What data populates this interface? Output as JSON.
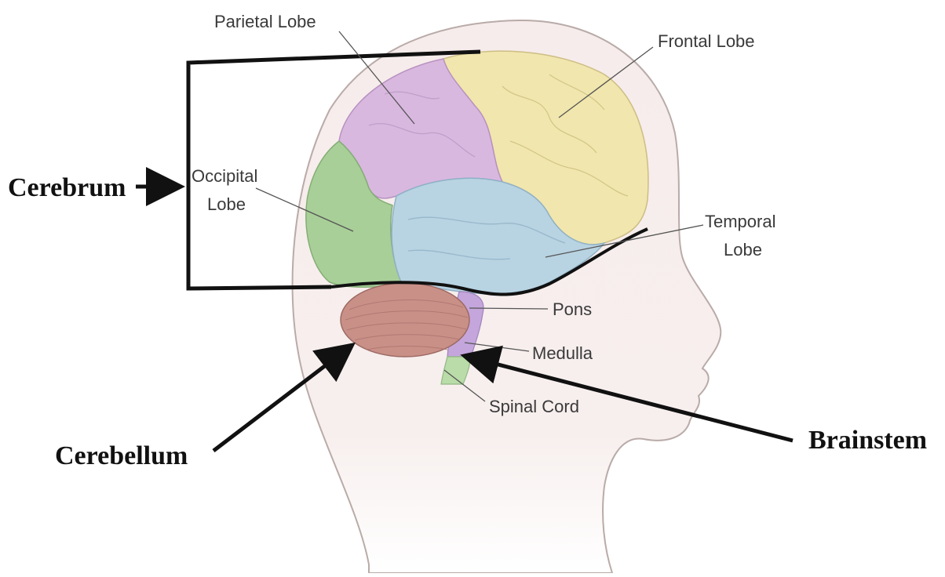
{
  "labels": {
    "parietal": "Parietal Lobe",
    "frontal": "Frontal Lobe",
    "occipital_1": "Occipital",
    "occipital_2": "Lobe",
    "temporal_1": "Temporal",
    "temporal_2": "Lobe",
    "pons": "Pons",
    "medulla": "Medulla",
    "spinal": "Spinal Cord"
  },
  "callouts": {
    "cerebrum": "Cerebrum",
    "cerebellum": "Cerebellum",
    "brainstem": "Brainstem"
  },
  "colors": {
    "parietal": "#d9b8e0",
    "frontal": "#f1e6ad",
    "occipital": "#a8cf98",
    "temporal": "#b8d3e2",
    "cerebellum": "#c99088",
    "brainstem": "#c4a6dc",
    "spinal_cord": "#b9dca8",
    "head_skin": "#f5ecea",
    "head_outline": "#b9aba8"
  }
}
